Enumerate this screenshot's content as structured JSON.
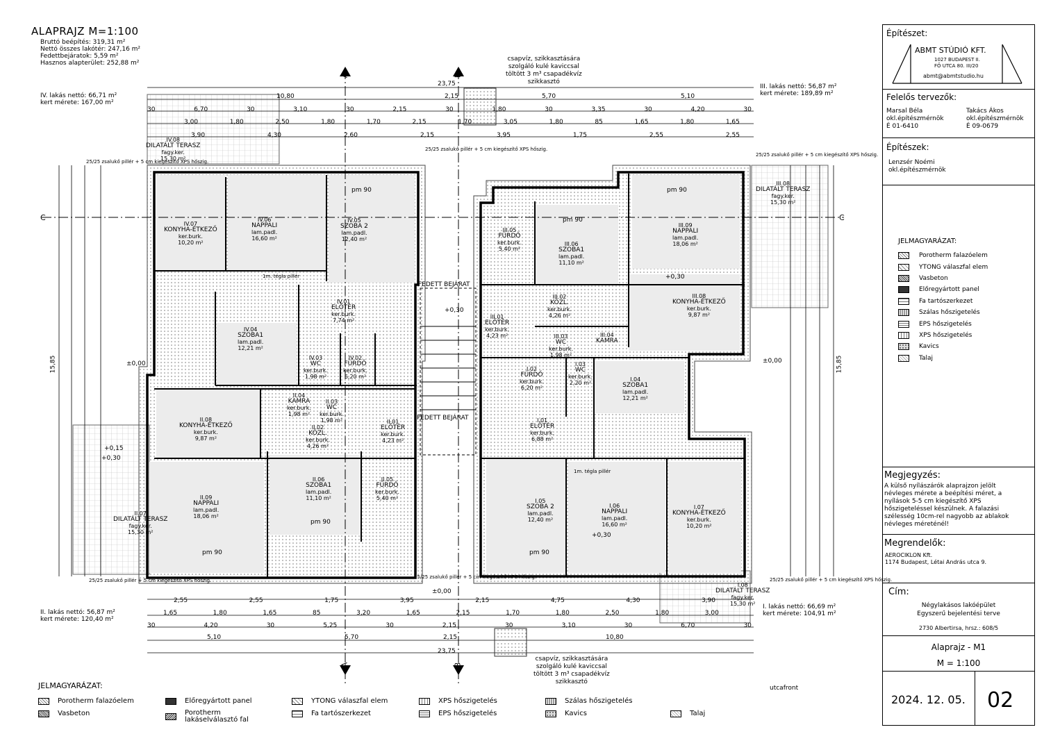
{
  "header": {
    "title": "ALAPRAJZ M=1:100",
    "stats": [
      "Bruttó beépítés: 319,31 m²",
      "Nettó összes lakótér: 247,16 m²",
      "Fedettbejáratok: 5,59 m²",
      "Hasznos alapterület: 252,88 m²"
    ]
  },
  "unit_notes": {
    "iv": [
      "IV. lakás nettó: 66,71 m²",
      "kert mérete: 167,00 m²"
    ],
    "iii": [
      "III. lakás nettó: 56,87 m²",
      "kert mérete: 189,89 m²"
    ],
    "ii": [
      "II. lakás nettó: 56,87 m²",
      "kert mérete: 120,40 m²"
    ],
    "i": [
      "I. lakás nettó: 66,69 m²",
      "kert mérete: 104,91 m²"
    ]
  },
  "sections": {
    "a": "A",
    "b": "B",
    "c": "C"
  },
  "dims": {
    "top_total": "23,75",
    "top_left": "10,80",
    "top_mid": "2,15",
    "top_mid2": "5,70",
    "top_right": "5,10",
    "top_row2": [
      "30",
      "6,70",
      "30",
      "3,10",
      "30",
      "2,15",
      "30",
      "1,80",
      "30",
      "3,35",
      "30",
      "4,20",
      "30"
    ],
    "top_row3": [
      "3,00",
      "1,80",
      "2,50",
      "1,80",
      "1,70",
      "2,15",
      "1,70",
      "3,05",
      "1,80",
      "85",
      "1,65",
      "1,80",
      "1,65"
    ],
    "top_row4": [
      "3,90",
      "4,30",
      "2,60",
      "2,15",
      "3,95",
      "1,75",
      "2,55",
      "2,55"
    ],
    "bottom_total": "23,75",
    "bottom_left": "5,10",
    "bottom_mid": "5,70",
    "bottom_mid2": "2,15",
    "bottom_right": "10,80",
    "bottom_row1": [
      "2,55",
      "2,55",
      "1,75",
      "3,95",
      "2,15",
      "4,75",
      "4,30",
      "3,90"
    ],
    "bottom_row2": [
      "1,65",
      "1,80",
      "1,65",
      "85",
      "3,20",
      "1,65",
      "2,15",
      "1,70",
      "1,80",
      "2,50",
      "1,80",
      "3,00"
    ],
    "bottom_row3": [
      "30",
      "4,20",
      "30",
      "5,25",
      "30",
      "2,15",
      "30",
      "3,10",
      "30",
      "6,70",
      "30"
    ],
    "side": "15,85"
  },
  "rooms": [
    {
      "id": "IV.07",
      "name": "KONYHA-ÉTKEZŐ",
      "floor": "ker.burk.",
      "area": "10,20 m²"
    },
    {
      "id": "IV.06",
      "name": "NAPPALI",
      "floor": "lam.padl.",
      "area": "16,60 m²"
    },
    {
      "id": "IV.05",
      "name": "SZOBA 2",
      "floor": "lam.padl.",
      "area": "12,40 m²"
    },
    {
      "id": "IV.08",
      "name": "DILATÁLT TERASZ",
      "floor": "fagy.ker.",
      "area": "15,30 m²"
    },
    {
      "id": "IV.04",
      "name": "SZOBA1",
      "floor": "lam.padl.",
      "area": "12,21 m²"
    },
    {
      "id": "IV.03",
      "name": "WC",
      "floor": "ker.burk.",
      "area": "1,98 m²"
    },
    {
      "id": "IV.02",
      "name": "FÜRDŐ",
      "floor": "ker.burk.",
      "area": "6,20 m²"
    },
    {
      "id": "IV.01",
      "name": "ELŐTÉR",
      "floor": "ker.burk.",
      "area": "7,74 m²"
    },
    {
      "id": "III.05",
      "name": "FÜRDŐ",
      "floor": "ker.burk.",
      "area": "5,40 m²"
    },
    {
      "id": "III.06",
      "name": "SZOBA1",
      "floor": "lam.padl.",
      "area": "11,10 m²"
    },
    {
      "id": "III.09",
      "name": "NAPPALI",
      "floor": "lam.padl.",
      "area": "18,06 m²"
    },
    {
      "id": "III.08",
      "name": "DILATÁLT TERASZ",
      "floor": "fagy.ker.",
      "area": "15,30 m²"
    },
    {
      "id": "III.01",
      "name": "ELŐTÉR",
      "floor": "ker.burk.",
      "area": "4,23 m²"
    },
    {
      "id": "III.02",
      "name": "KÖZL.",
      "floor": "ker.burk.",
      "area": "4,26 m²"
    },
    {
      "id": "III.03",
      "name": "WC",
      "floor": "ker.burk.",
      "area": "1,98 m²"
    },
    {
      "id": "III.04",
      "name": "KAMRA",
      "floor": "",
      "area": ""
    },
    {
      "id": "III.08",
      "name": "KONYHA-ÉTKEZŐ",
      "floor": "ker.burk.",
      "area": "9,87 m²"
    },
    {
      "id": "II.04",
      "name": "KAMRA",
      "floor": "ker.burk.",
      "area": "1,98 m²"
    },
    {
      "id": "II.03",
      "name": "WC",
      "floor": "ker.burk.",
      "area": "1,98 m²"
    },
    {
      "id": "II.08",
      "name": "KONYHA-ÉTKEZŐ",
      "floor": "ker.burk.",
      "area": "9,87 m²"
    },
    {
      "id": "II.02",
      "name": "KÖZL.",
      "floor": "ker.burk.",
      "area": "4,26 m²"
    },
    {
      "id": "II.01",
      "name": "ELŐTÉR",
      "floor": "ker.burk.",
      "area": "4,23 m²"
    },
    {
      "id": "II.09",
      "name": "NAPPALI",
      "floor": "lam.padl.",
      "area": "18,06 m²"
    },
    {
      "id": "II.06",
      "name": "SZOBA1",
      "floor": "lam.padl.",
      "area": "11,10 m²"
    },
    {
      "id": "II.05",
      "name": "FÜRDŐ",
      "floor": "ker.burk.",
      "area": "5,40 m²"
    },
    {
      "id": "II.07",
      "name": "DILATÁLT TERASZ",
      "floor": "fagy.ker.",
      "area": "15,30 m²"
    },
    {
      "id": "I.02",
      "name": "FÜRDŐ",
      "floor": "ker.burk.",
      "area": "6,20 m²"
    },
    {
      "id": "I.03",
      "name": "WC",
      "floor": "ker.burk.",
      "area": "2,20 m²"
    },
    {
      "id": "I.04",
      "name": "SZOBA1",
      "floor": "lam.padl.",
      "area": "12,21 m²"
    },
    {
      "id": "I.01",
      "name": "ELŐTÉR",
      "floor": "ker.burk.",
      "area": "6,88 m²"
    },
    {
      "id": "I.05",
      "name": "SZOBA 2",
      "floor": "lam.padl.",
      "area": "12,40 m²"
    },
    {
      "id": "I.06",
      "name": "NAPPALI",
      "floor": "lam.padl.",
      "area": "16,60 m²"
    },
    {
      "id": "I.07",
      "name": "KONYHA-ÉTKEZŐ",
      "floor": "ker.burk.",
      "area": "10,20 m²"
    },
    {
      "id": "I.08",
      "name": "DILATÁLT TERASZ",
      "floor": "fagy.ker.",
      "area": "15,30 m²"
    }
  ],
  "plan_labels": {
    "fedett_bejarat": "FEDETT BEJÁRAT",
    "levels": [
      "±0,00",
      "+0,30",
      "+0,15"
    ],
    "pillar_note": "25/25 zsalukő pillér + 5 cm kiegészítő XPS hőszig.",
    "pm": "pm 90",
    "tegla": "1m. tégla pillér",
    "drain_top": [
      "csapvíz, szikkasztására",
      "szolgáló kulé kaviccsal",
      "töltött 3 m³ csapadékvíz",
      "szikkasztó"
    ],
    "drain_bottom": [
      "csapvíz, szikkasztására",
      "szolgáló kulé kaviccsal",
      "töltött 3 m³ csapadékvíz",
      "szikkasztó"
    ],
    "street": "utcafront"
  },
  "legend_bottom": {
    "title": "JELMAGYARÁZAT:",
    "items": [
      "Porotherm falazóelem",
      "Vasbeton",
      "Előregyártott panel",
      "Porotherm lakáselválasztó fal",
      "YTONG válaszfal elem",
      "Fa tartószerkezet",
      "XPS hőszigetelés",
      "EPS hőszigetelés",
      "Szálas hőszigetelés",
      "Kavics",
      "Talaj"
    ]
  },
  "titleblock": {
    "arch_label": "Építészet:",
    "studio": "ABMT STÚDIÓ KFT.",
    "studio_addr": [
      "1027 BUDAPEST II.",
      "FŐ UTCA 80. III/20"
    ],
    "studio_email": "abmt@abmtstudio.hu",
    "designers_label": "Felelős tervezők:",
    "designer1": [
      "Marsal Béla",
      "okl.építészmérnök",
      "É 01-6410"
    ],
    "designer2": [
      "Takács Ákos",
      "okl.építészmérnök",
      "É 09-0679"
    ],
    "architects_label": "Építészek:",
    "architect": [
      "Lenzsér Noémi",
      "okl.építészmérnök"
    ],
    "legend_title": "JELMAGYARÁZAT:",
    "legend": [
      "Porotherm falazóelem",
      "YTONG válaszfal elem",
      "Vasbeton",
      "Előregyártott panel",
      "Fa tartószerkezet",
      "Szálas hőszigetelés",
      "EPS hőszigetelés",
      "XPS hőszigetelés",
      "Kavics",
      "Talaj"
    ],
    "note_title": "Megjegyzés:",
    "note_lines": [
      "A külső nyílászárók alaprajzon jelölt",
      "névleges mérete a beépítési méret, a",
      "nyílások 5-5 cm kiegészítő XPS",
      "hőszigeteléssel készülnek. A falazási",
      "szélesség 10cm-rel nagyobb az ablakok",
      "névleges méreténél!"
    ],
    "client_label": "Megrendelők:",
    "client": [
      "AEROCIKLON Kft.",
      "1174 Budapest, Létai András utca 9."
    ],
    "address_label": "Cím:",
    "project": [
      "Négylakásos lakóépület",
      "Egyszerű bejelentési terve"
    ],
    "lot": "2730 Albertirsa, hrsz.: 608/5",
    "sheet_title": "Alaprajz - M1",
    "scale": "M =  1:100",
    "date": "2024. 12. 05.",
    "sheet_no": "02"
  }
}
